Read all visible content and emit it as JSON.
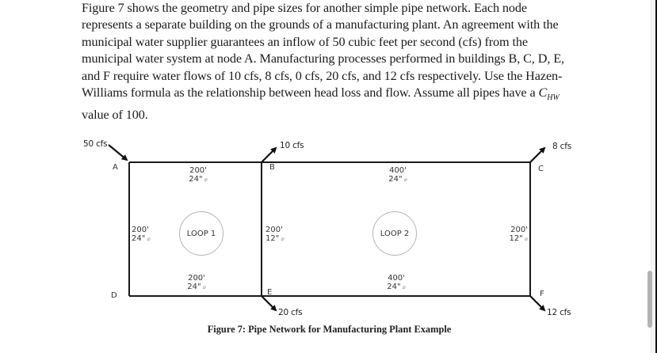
{
  "document": {
    "paragraph_lines": [
      "Figure 7 shows the geometry and pipe sizes for another simple pipe network.  Each node",
      "represents a separate building on the grounds of a manufacturing plant.  An agreement with the",
      "municipal water supplier guarantees an inflow of 50 cubic feet per second (cfs) from the",
      "municipal water system at node A.  Manufacturing processes performed in buildings B, C, D, E,",
      "and F require water flows of 10 cfs, 8 cfs, 0 cfs, 20 cfs, and 12 cfs respectively.  Use the Hazen-",
      "Williams formula as the relationship between head loss and flow.  Assume all pipes have a ",
      "value of 100."
    ],
    "chw_symbol": "C",
    "chw_subscript": "HW",
    "caption": "Figure 7: Pipe Network for Manufacturing Plant Example"
  },
  "network": {
    "nodes": {
      "A": "A",
      "B": "B",
      "C": "C",
      "D": "D",
      "E": "E",
      "F": "F"
    },
    "flows": {
      "A": "50 cfs",
      "B": "10 cfs",
      "C": "8 cfs",
      "E": "20 cfs",
      "F": "12 cfs"
    },
    "pipes": {
      "AB": {
        "length": "200'",
        "diameter": "24\""
      },
      "BC": {
        "length": "400'",
        "diameter": "24\""
      },
      "AD": {
        "length": "200'",
        "diameter": "24\""
      },
      "BE": {
        "length": "200'",
        "diameter": "12\""
      },
      "CF": {
        "length": "200'",
        "diameter": "12\""
      },
      "DE": {
        "length": "200'",
        "diameter": "24\""
      },
      "EF": {
        "length": "400'",
        "diameter": "24\""
      }
    },
    "diameter_symbol": "⌀",
    "loops": [
      "LOOP 1",
      "LOOP 2"
    ]
  },
  "colors": {
    "pipe": "#1a1a1a",
    "loop_border": "#b5b5b5",
    "text": "#1a1a1a"
  }
}
